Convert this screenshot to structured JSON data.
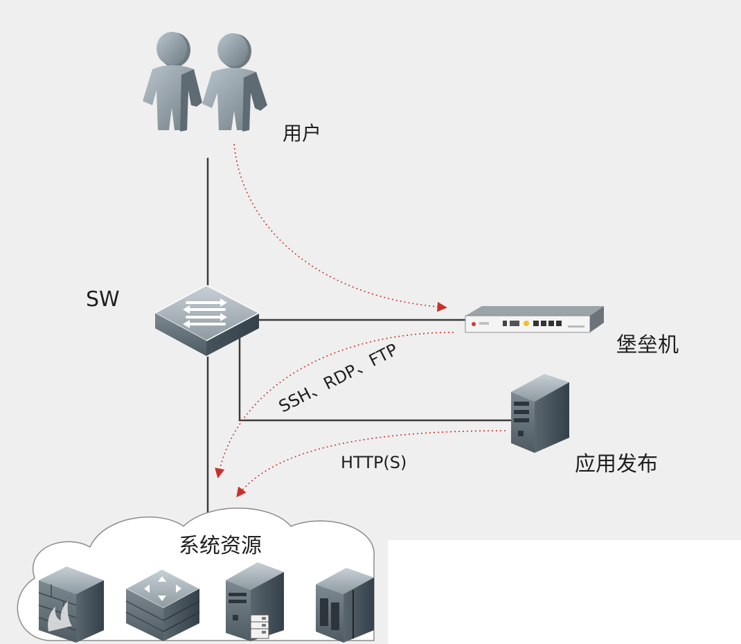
{
  "labels": {
    "user": "用户",
    "switch": "SW",
    "bastion": "堡垒机",
    "app_publish": "应用发布",
    "resources": "系统资源",
    "protocols_ssh": "SSH、RDP、FTP",
    "protocols_http": "HTTP(S)"
  },
  "icons": {
    "users": "users-icon",
    "switch": "switch-icon",
    "bastion": "bastion-appliance-icon",
    "app_server": "tower-server-icon",
    "firewall": "firewall-icon",
    "router": "router-icon",
    "server": "server-icon",
    "storage": "storage-icon"
  },
  "colors": {
    "background": "#efefef",
    "line": "#3a3a3a",
    "flow_arrow": "#c9302c",
    "device": "#7f8b92"
  }
}
